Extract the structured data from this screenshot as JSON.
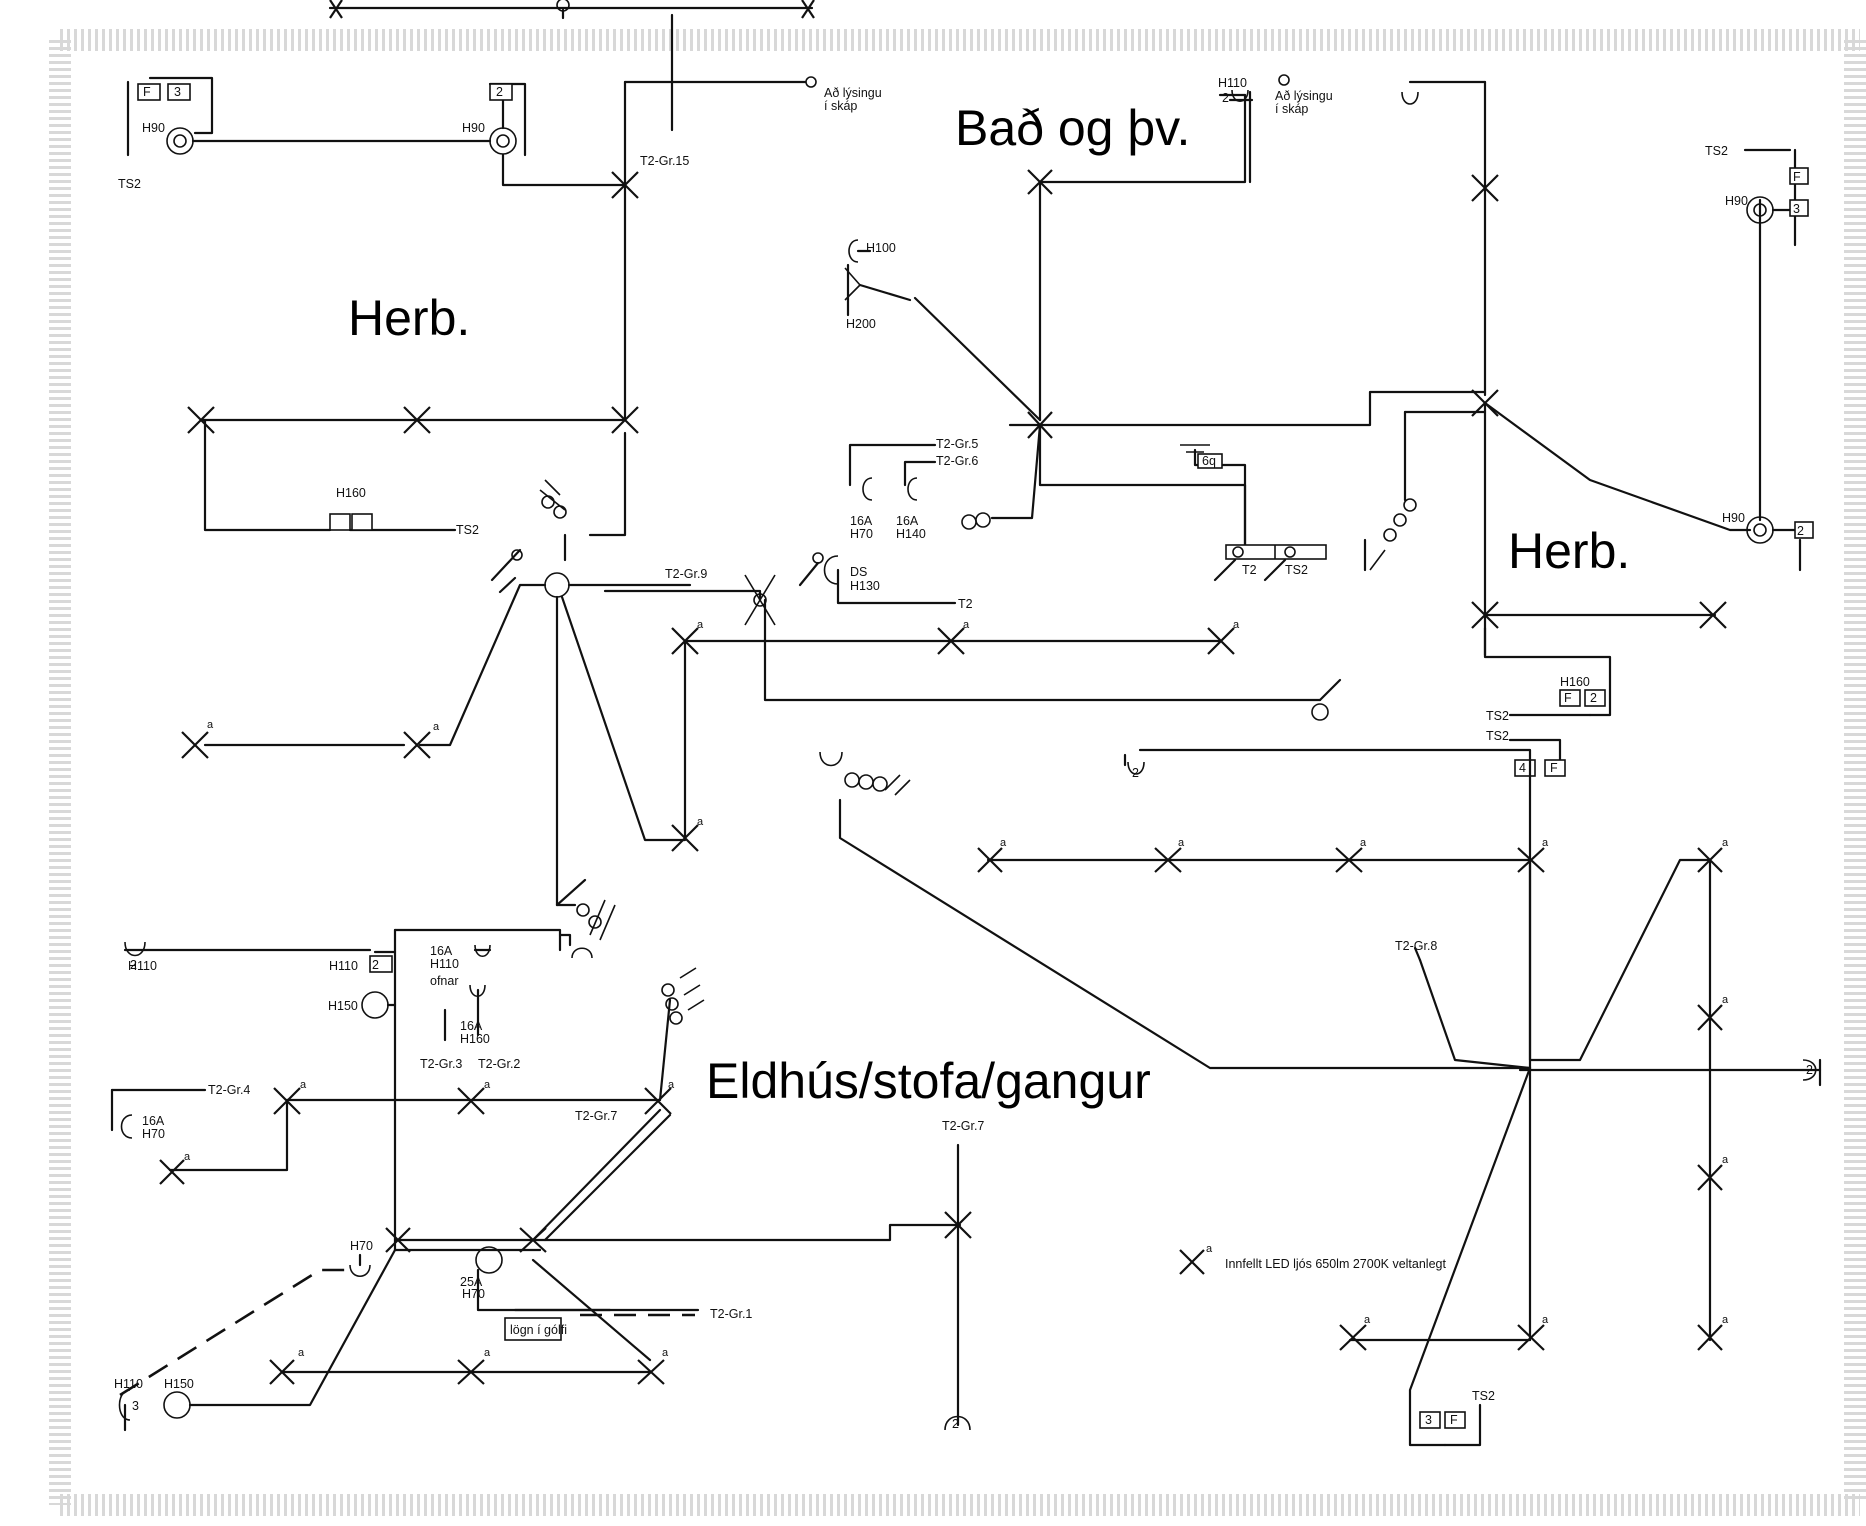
{
  "rooms": {
    "herb_left": "Herb.",
    "bath": "Bað og þv.",
    "herb_right": "Herb.",
    "kitchen": "Eldhús/stofa/gangur"
  },
  "labels": {
    "t2_gr15": "T2-Gr.15",
    "lysing_a": "Að lýsingu",
    "lysing_b": "í skáp",
    "lysing2_a": "Að lýsingu",
    "lysing2_b": "í skáp",
    "ts2_tl": "TS2",
    "h90_a": "H90",
    "h90_b": "H90",
    "h90_c": "H90",
    "h90_d": "H90",
    "h110_top": "H110",
    "h100": "H100",
    "h200": "H200",
    "ts2_tr": "TS2",
    "t2_gr5": "T2-Gr.5",
    "t2_gr6": "T2-Gr.6",
    "a16_1": "16A",
    "h70_1": "H70",
    "a16_2": "16A",
    "h140": "H140",
    "h160_a": "H160",
    "ts2_h160": "TS2",
    "t2_gr9": "T2-Gr.9",
    "ds": "DS",
    "h130": "H130",
    "t2_small": "T2",
    "t2_box": "T2",
    "ts2_box": "TS2",
    "six_q": "6q",
    "h160_b": "H160",
    "ts2_r1": "TS2",
    "ts2_r2": "TS2",
    "t2_gr8": "T2-Gr.8",
    "h110_k": "H110",
    "h110_k2": "H110",
    "a16_3": "16A",
    "h110_3": "H110",
    "ofnar": "ofnar",
    "a16_4": "16A",
    "h160_c": "H160",
    "h150_a": "H150",
    "t2_gr3": "T2-Gr.3",
    "t2_gr2": "T2-Gr.2",
    "t2_gr4": "T2-Gr.4",
    "a16_5": "16A",
    "h70_2": "H70",
    "t2_gr7_a": "T2-Gr.7",
    "t2_gr7_b": "T2-Gr.7",
    "h70_3": "H70",
    "a25": "25A",
    "h70_4": "H70",
    "lagn": "lögn í gólfi",
    "t2_gr1": "T2-Gr.1",
    "h110_b": "H110",
    "h150_b": "H150",
    "ts2_bottom": "TS2",
    "legend": "Innfellt LED ljós 650lm 2700K veltanlegt",
    "a_sup": "a",
    "n2": "2",
    "n3": "3",
    "n4": "4",
    "f": "F"
  }
}
